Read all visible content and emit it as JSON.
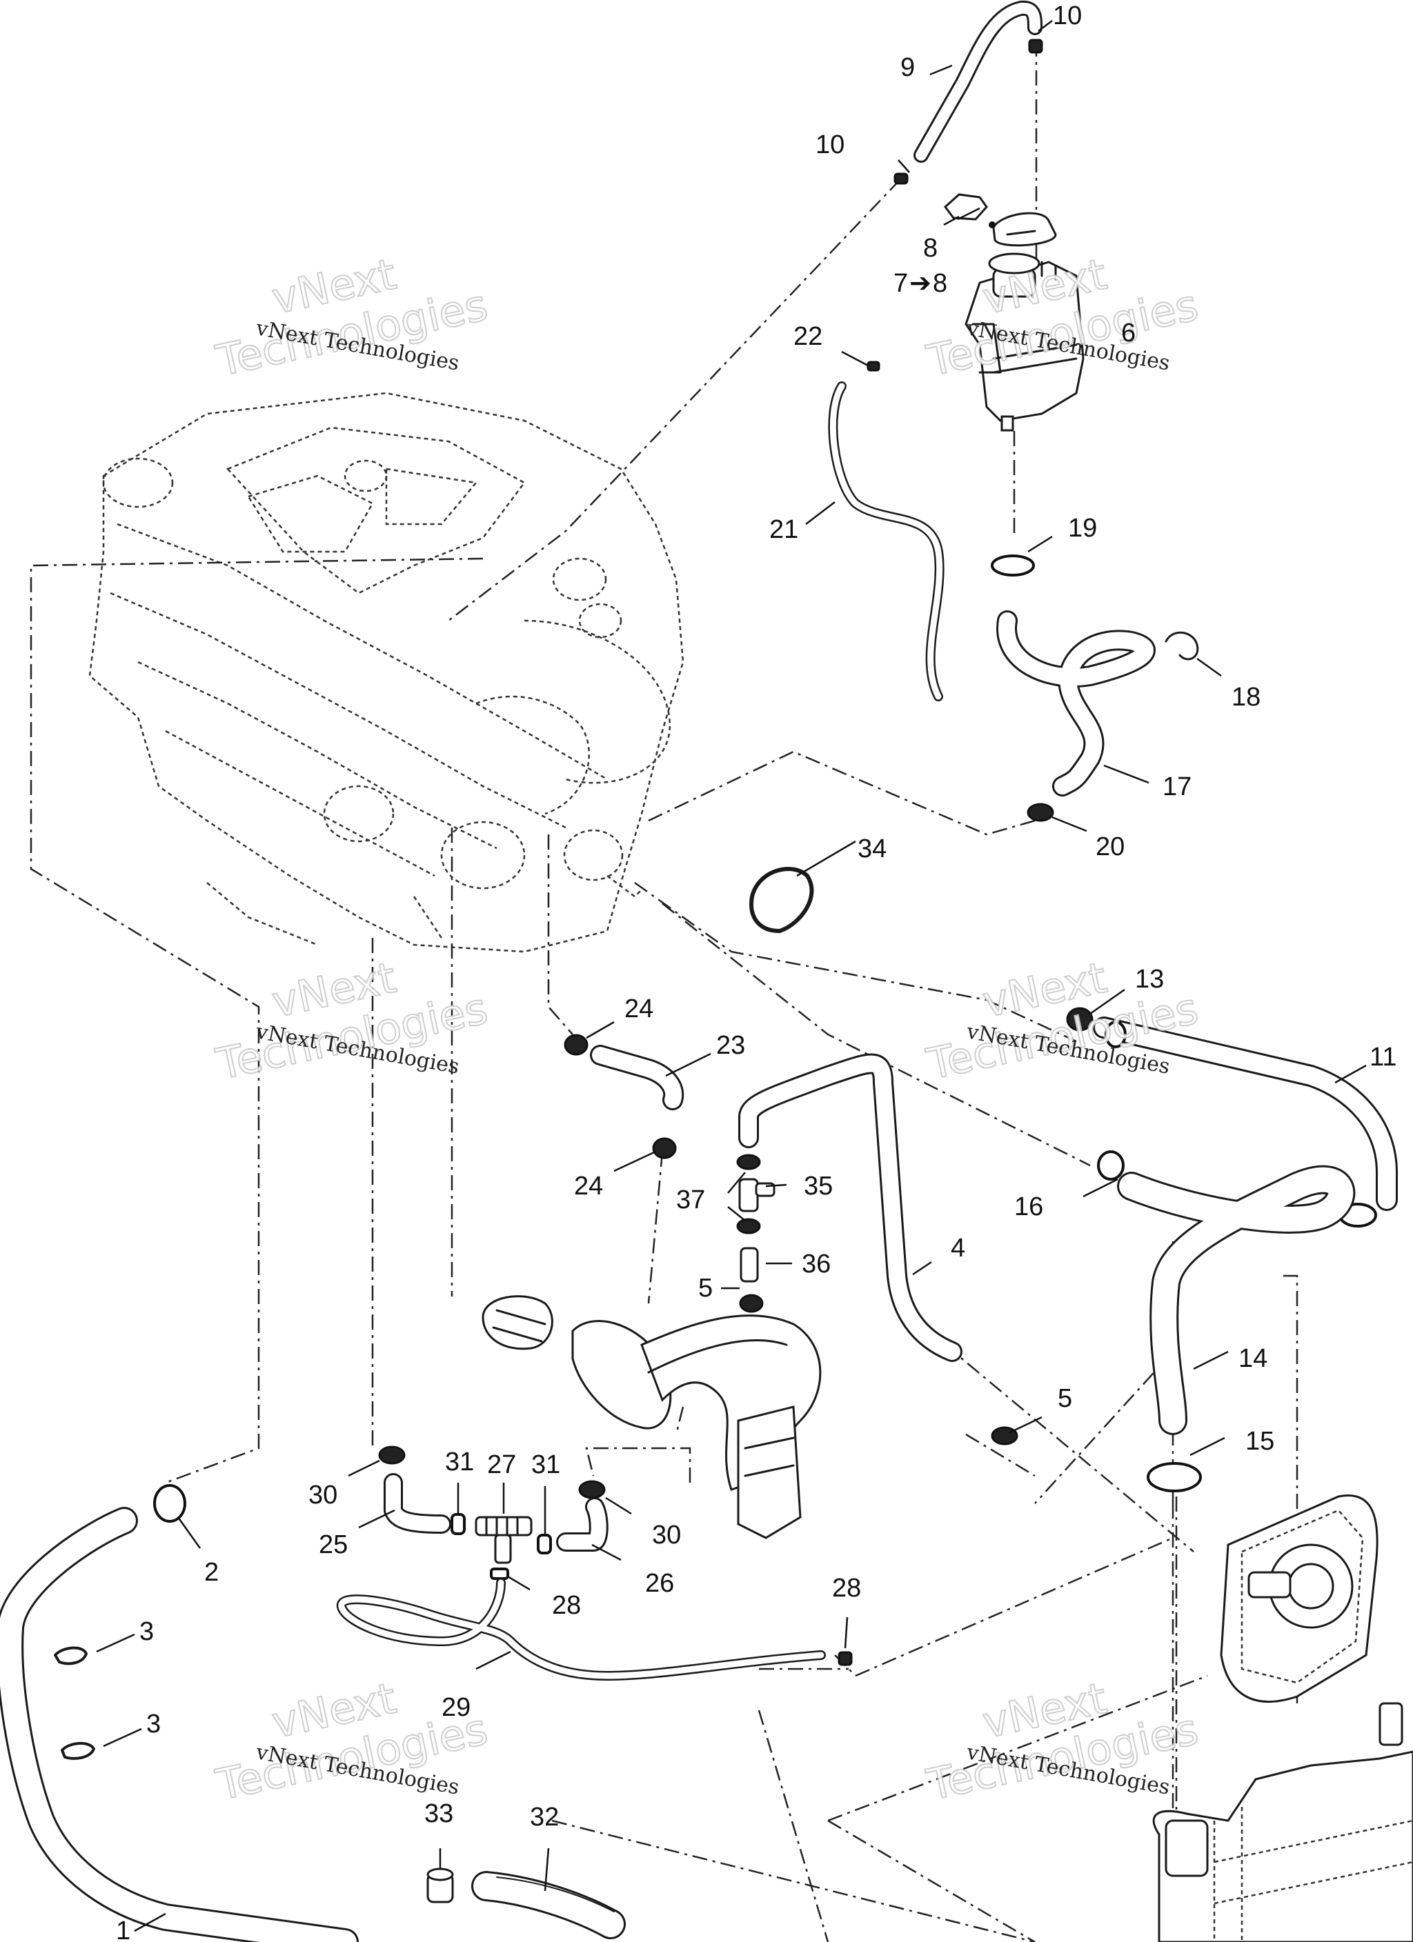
{
  "watermark": {
    "large_text_line1": "vNext",
    "large_text_line2": "Technologies",
    "small_text": "vNext Technologies"
  },
  "callouts": [
    {
      "id": "c1",
      "label": "1"
    },
    {
      "id": "c2",
      "label": "2"
    },
    {
      "id": "c3a",
      "label": "3"
    },
    {
      "id": "c3b",
      "label": "3"
    },
    {
      "id": "c4",
      "label": "4"
    },
    {
      "id": "c5a",
      "label": "5"
    },
    {
      "id": "c5b",
      "label": "5"
    },
    {
      "id": "c6",
      "label": "6"
    },
    {
      "id": "c7",
      "label": "7"
    },
    {
      "id": "c7target",
      "label": "8"
    },
    {
      "id": "c8",
      "label": "8"
    },
    {
      "id": "c9",
      "label": "9"
    },
    {
      "id": "c10a",
      "label": "10"
    },
    {
      "id": "c10b",
      "label": "10"
    },
    {
      "id": "c11",
      "label": "11"
    },
    {
      "id": "c13",
      "label": "13"
    },
    {
      "id": "c14",
      "label": "14"
    },
    {
      "id": "c15",
      "label": "15"
    },
    {
      "id": "c16",
      "label": "16"
    },
    {
      "id": "c17",
      "label": "17"
    },
    {
      "id": "c18",
      "label": "18"
    },
    {
      "id": "c19",
      "label": "19"
    },
    {
      "id": "c20",
      "label": "20"
    },
    {
      "id": "c21",
      "label": "21"
    },
    {
      "id": "c22",
      "label": "22"
    },
    {
      "id": "c23",
      "label": "23"
    },
    {
      "id": "c24a",
      "label": "24"
    },
    {
      "id": "c24b",
      "label": "24"
    },
    {
      "id": "c25",
      "label": "25"
    },
    {
      "id": "c26",
      "label": "26"
    },
    {
      "id": "c27",
      "label": "27"
    },
    {
      "id": "c28a",
      "label": "28"
    },
    {
      "id": "c28b",
      "label": "28"
    },
    {
      "id": "c29",
      "label": "29"
    },
    {
      "id": "c30a",
      "label": "30"
    },
    {
      "id": "c30b",
      "label": "30"
    },
    {
      "id": "c31a",
      "label": "31"
    },
    {
      "id": "c31b",
      "label": "31"
    },
    {
      "id": "c32",
      "label": "32"
    },
    {
      "id": "c33",
      "label": "33"
    },
    {
      "id": "c34",
      "label": "34"
    },
    {
      "id": "c35",
      "label": "35"
    },
    {
      "id": "c36",
      "label": "36"
    },
    {
      "id": "c37",
      "label": "37"
    }
  ]
}
